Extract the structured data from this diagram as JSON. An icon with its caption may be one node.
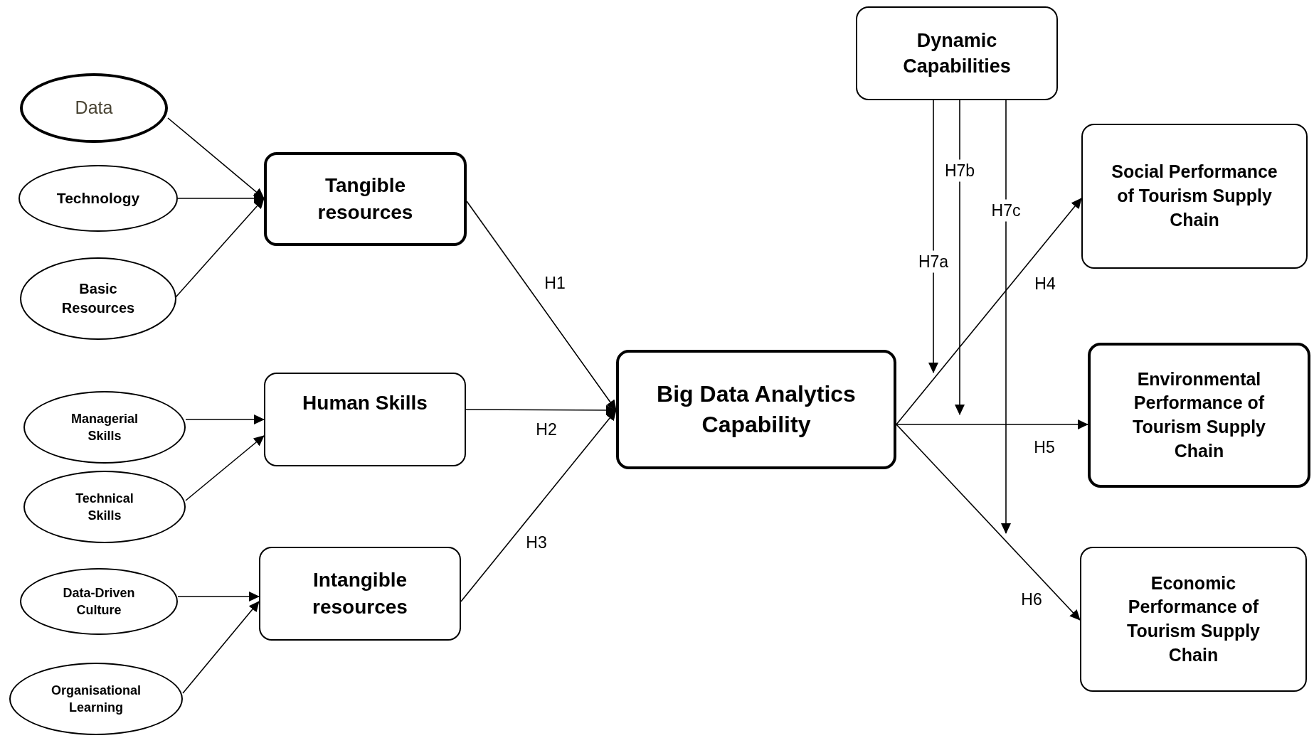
{
  "diagram": {
    "nodes": [
      {
        "text": [
          "Data"
        ]
      },
      {
        "text": [
          "Technology"
        ]
      },
      {
        "text": [
          "Basic Resources"
        ]
      },
      {
        "text": [
          "Managerial Skills"
        ]
      },
      {
        "text": [
          "Technical Skills"
        ]
      },
      {
        "text": [
          "Data-Driven Culture"
        ]
      },
      {
        "text": [
          "Organisational Learning"
        ]
      },
      {
        "text": [
          "Tangible resources"
        ]
      },
      {
        "text": [
          "Human Skills"
        ]
      },
      {
        "text": [
          "Intangible resources"
        ]
      },
      {
        "text": [
          "Big Data Analytics Capability"
        ]
      },
      {
        "text": [
          "Dynamic Capabilities"
        ]
      },
      {
        "text": [
          "Social Performance of Tourism Supply Chain"
        ]
      },
      {
        "text": [
          "Environmental Performance of Tourism Supply Chain"
        ]
      },
      {
        "text": [
          "Economic Performance of Tourism Supply Chain"
        ]
      }
    ],
    "edges": [
      {
        "from": 0,
        "to": 7,
        "arrow": "to"
      },
      {
        "from": 1,
        "to": 7,
        "arrow": "to"
      },
      {
        "from": 2,
        "to": 7,
        "arrow": "to"
      },
      {
        "from": 3,
        "to": 8,
        "arrow": "to"
      },
      {
        "from": 4,
        "to": 8,
        "arrow": "to"
      },
      {
        "from": 5,
        "to": 9,
        "arrow": "to"
      },
      {
        "from": 6,
        "to": 9,
        "arrow": "to"
      },
      {
        "from": 7,
        "to": 10,
        "arrow": "to",
        "label": "H1"
      },
      {
        "from": 8,
        "to": 10,
        "arrow": "to",
        "label": "H2"
      },
      {
        "from": 9,
        "to": 10,
        "arrow": "to",
        "label": "H3"
      },
      {
        "from": 10,
        "to": 12,
        "arrow": "to",
        "label": "H4"
      },
      {
        "from": 10,
        "to": 13,
        "arrow": "to",
        "label": "H5"
      },
      {
        "from": 10,
        "to": 14,
        "arrow": "to",
        "label": "H6"
      },
      {
        "from": 11,
        "to": null,
        "arrow": "to",
        "label": "H7a"
      },
      {
        "from": 11,
        "to": null,
        "arrow": "to",
        "label": "H7b"
      },
      {
        "from": 11,
        "to": null,
        "arrow": "to",
        "label": "H7c"
      }
    ]
  }
}
